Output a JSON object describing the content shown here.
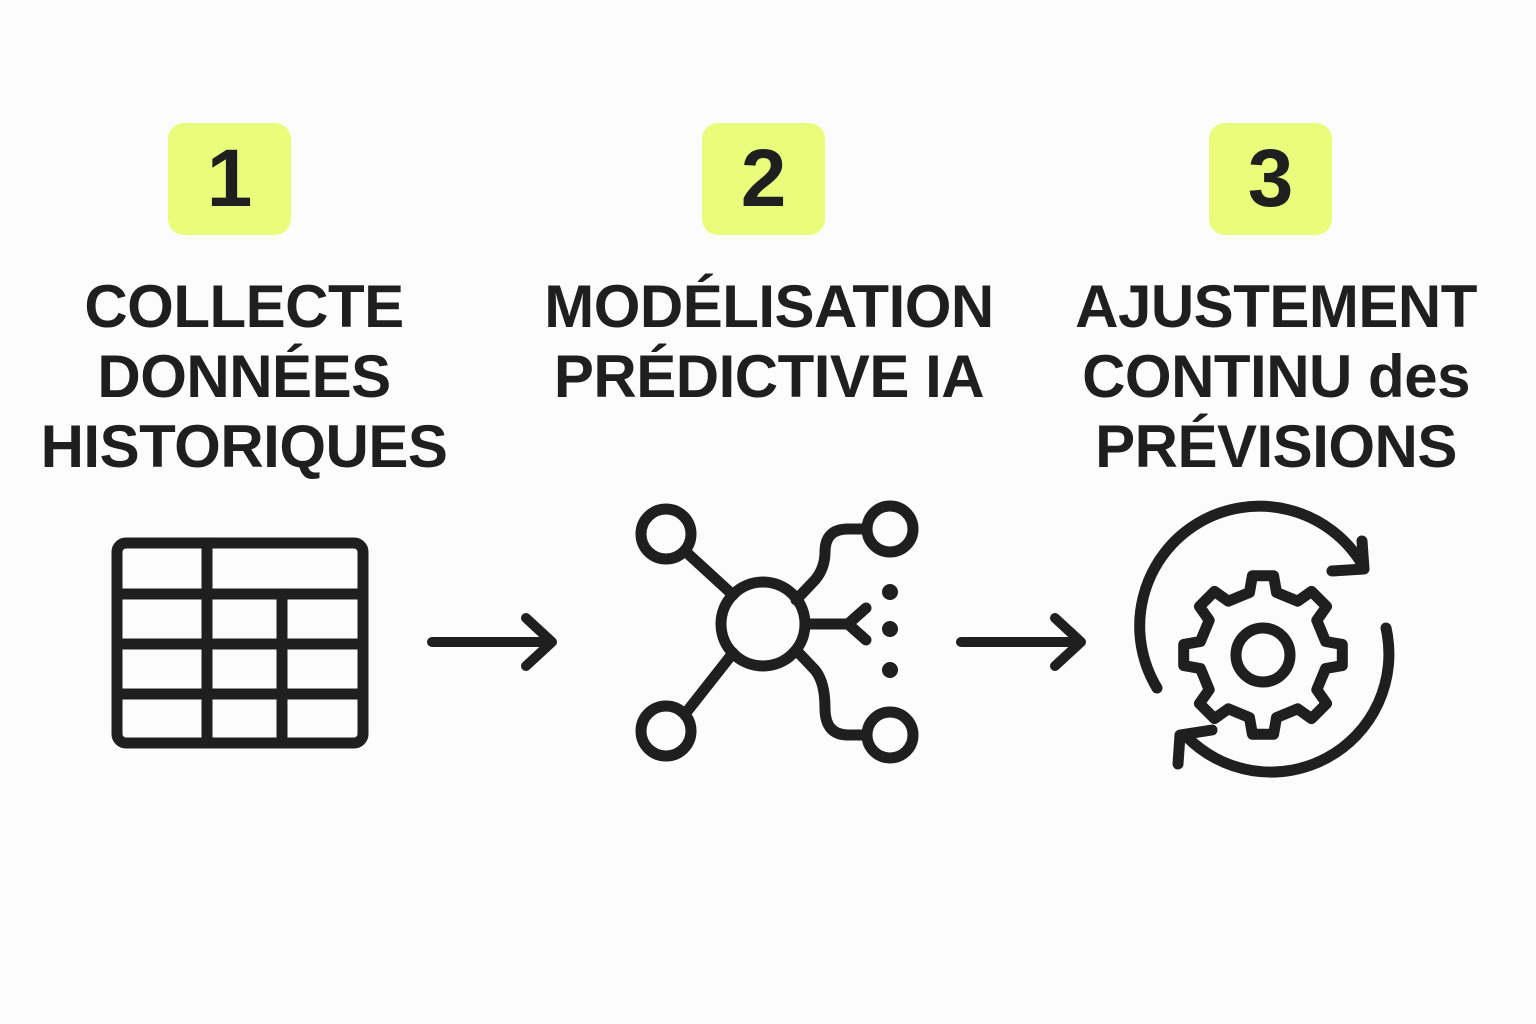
{
  "accent_color": "#eafc7c",
  "ink_color": "#1f1f1f",
  "steps": [
    {
      "number": "1",
      "title_lines": [
        "COLLECTE",
        "DONNÉES",
        "HISTORIQUES"
      ],
      "icon": "spreadsheet-table-icon"
    },
    {
      "number": "2",
      "title_lines": [
        "MODÉLISATION",
        "PRÉDICTIVE IA"
      ],
      "icon": "neural-network-icon"
    },
    {
      "number": "3",
      "title_lines": [
        "AJUSTEMENT",
        "CONTINU des",
        "PRÉVISIONS"
      ],
      "icon": "gear-refresh-icon"
    }
  ],
  "connectors": [
    "arrow-right-icon",
    "arrow-right-icon"
  ]
}
